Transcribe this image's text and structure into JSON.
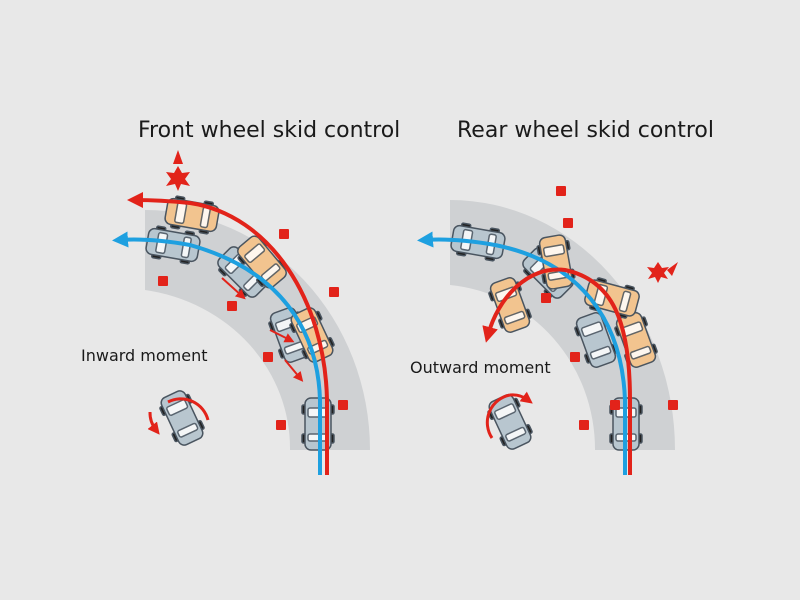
{
  "panels": [
    {
      "title": "Front wheel skid control",
      "moment_label": "Inward moment"
    },
    {
      "title": "Rear wheel skid control",
      "moment_label": "Outward moment"
    }
  ],
  "colors": {
    "background": "#e8e8e8",
    "road": "#cfd1d3",
    "ideal_path": "#1ea0e0",
    "skid_path": "#e2231a",
    "car_blue": "#b8c6cf",
    "car_orange": "#f2c48f",
    "cone": "#e2231a"
  }
}
